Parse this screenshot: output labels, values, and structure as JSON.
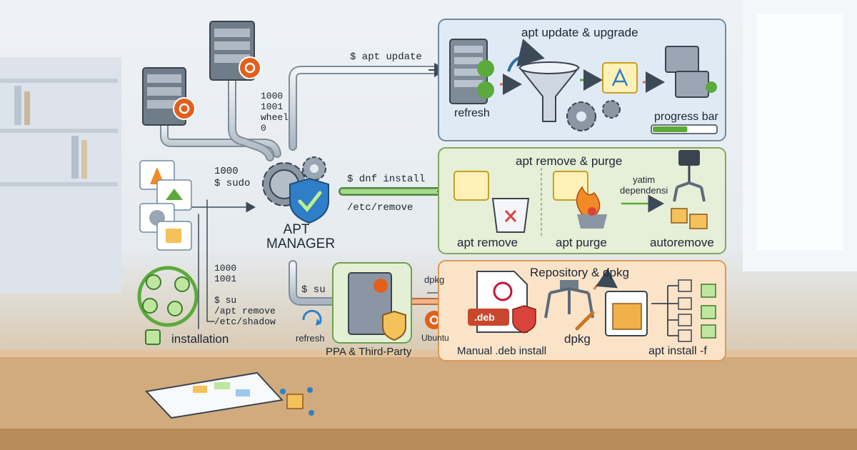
{
  "panels": {
    "update": {
      "title": "apt update & upgrade",
      "refresh": "refresh",
      "progress": "progress bar",
      "progress_fill": 0.55
    },
    "remove": {
      "title": "apt remove & purge",
      "remove": "apt remove",
      "purge": "apt purge",
      "autoremove": "autoremove",
      "orphan": "yatim\ndependensi"
    },
    "repo": {
      "title": "Repository & dpkg",
      "manual": "Manual .deb install",
      "dpkg": "dpkg",
      "fix": "apt install -f",
      "deb": ".deb"
    }
  },
  "center": {
    "line1": "APT",
    "line2": "MANAGER"
  },
  "ppa": {
    "label": "PPA & Third-Party",
    "dpkg": "dpkg",
    "ubuntu": "Ubuntu",
    "refresh": "refresh"
  },
  "commands": {
    "apt_update": "$ apt update",
    "uids": "1000\n1001\nwheel\n0",
    "dnf_install": "$ dnf install",
    "etc_remove": "/etc/remove",
    "sudo": "1000\n$ sudo",
    "su_block": "1000\n1001\n\n$ su\n/apt remove\n/etc/shadow",
    "su_right": "$ su"
  },
  "left": {
    "installation": "installation"
  },
  "colors": {
    "update_bg": "#dfeaf4",
    "remove_bg": "#e6efd7",
    "repo_bg": "#fbe3c8",
    "ppa_bg": "#e4f0d6",
    "accent_green": "#5aaa3c",
    "ubuntu_orange": "#e2601c",
    "shield_blue": "#2f7fc8"
  }
}
